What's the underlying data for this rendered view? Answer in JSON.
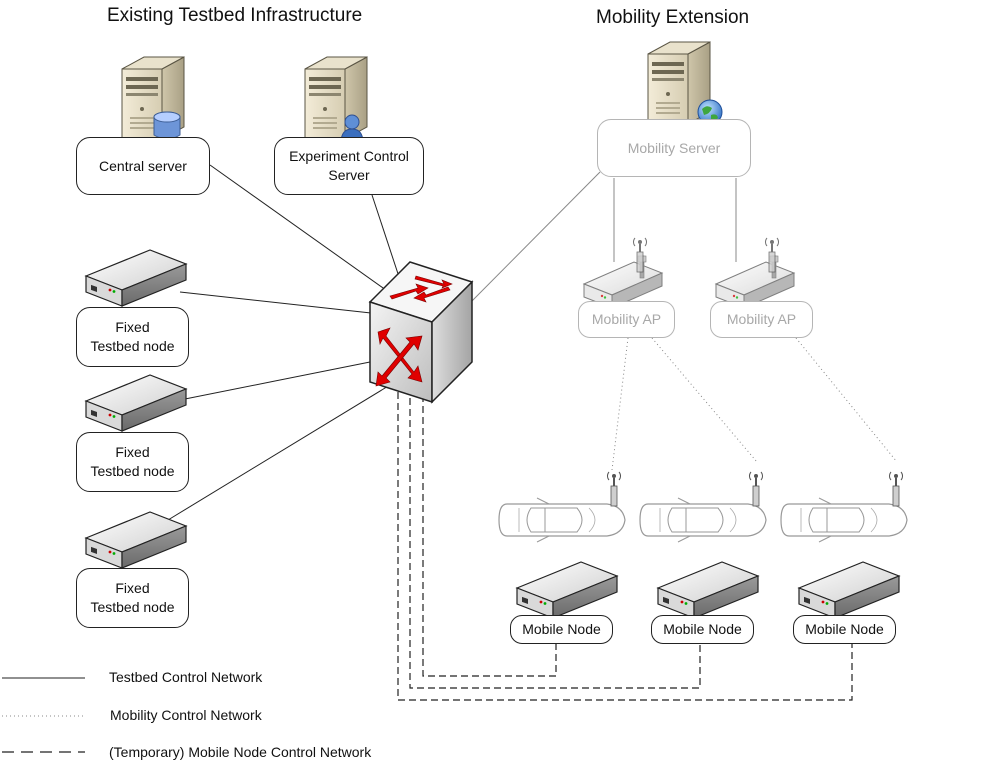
{
  "titles": {
    "existing": "Existing Testbed Infrastructure",
    "mobility": "Mobility Extension"
  },
  "nodes": {
    "central_server": "Central server",
    "experiment_control": {
      "line1": "Experiment Control",
      "line2": "Server"
    },
    "fixed_nodes": [
      {
        "line1": "Fixed",
        "line2": "Testbed node"
      },
      {
        "line1": "Fixed",
        "line2": "Testbed node"
      },
      {
        "line1": "Fixed",
        "line2": "Testbed node"
      }
    ],
    "mobility_server": "Mobility Server",
    "mobility_aps": [
      "Mobility AP",
      "Mobility AP"
    ],
    "mobile_nodes": [
      "Mobile Node",
      "Mobile Node",
      "Mobile Node"
    ]
  },
  "legend": {
    "solid": "Testbed Control Network",
    "dotted": "Mobility Control Network",
    "dashed": "(Temporary) Mobile Node Control Network"
  },
  "icons": {
    "server": "server-tower-icon",
    "database": "database-icon",
    "user": "user-icon",
    "globe": "globe-icon",
    "switch": "network-switch-icon",
    "device": "embedded-device-icon",
    "access_point": "wireless-access-point-icon",
    "antenna": "antenna-icon",
    "car": "car-icon"
  },
  "colors": {
    "switch_arrow": "#e00000",
    "lines": "#222222",
    "inactive": "#b0b0b0"
  }
}
